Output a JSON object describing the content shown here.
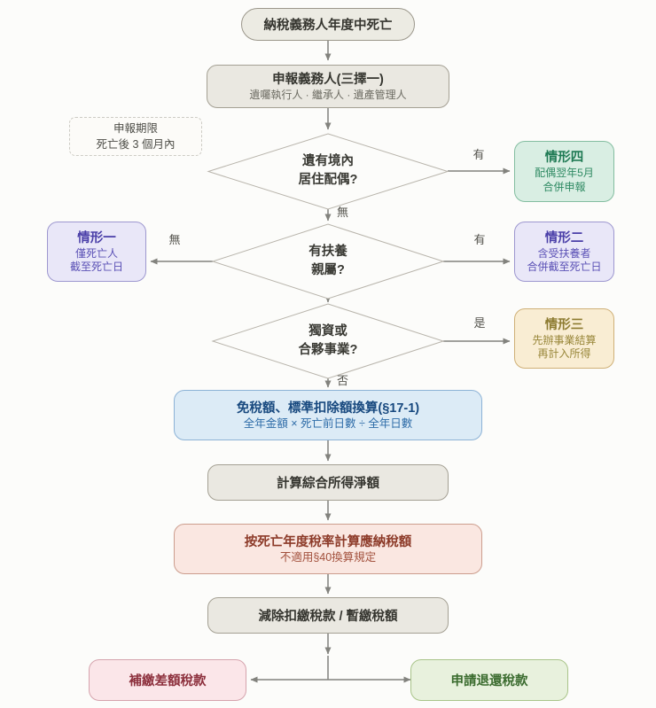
{
  "flowchart": {
    "start": "納稅義務人年度中死亡",
    "filer": {
      "title": "申報義務人(三擇一)",
      "subtitle": "遺囑執行人 · 繼承人 · 遺產管理人"
    },
    "deadline_note": {
      "line1": "申報期限",
      "line2": "死亡後 3 個月內"
    },
    "decisions": {
      "spouse": {
        "line1": "遺有境內",
        "line2": "居住配偶?"
      },
      "dependents": {
        "line1": "有扶養",
        "line2": "親屬?"
      },
      "business": {
        "line1": "獨資或",
        "line2": "合夥事業?"
      }
    },
    "cases": {
      "case1": {
        "title": "情形一",
        "line1": "僅死亡人",
        "line2": "截至死亡日"
      },
      "case2": {
        "title": "情形二",
        "line1": "含受扶養者",
        "line2": "合併截至死亡日"
      },
      "case3": {
        "title": "情形三",
        "line1": "先辦事業結算",
        "line2": "再計入所得"
      },
      "case4": {
        "title": "情形四",
        "line1": "配偶翌年5月",
        "line2": "合併申報"
      }
    },
    "steps": {
      "conversion": {
        "title": "免稅額、標準扣除額換算(§17-1)",
        "subtitle": "全年金額 × 死亡前日數 ÷ 全年日數"
      },
      "net_income": "計算綜合所得淨額",
      "tax_calc": {
        "title": "按死亡年度稅率計算應納稅額",
        "subtitle": "不適用§40換算規定"
      },
      "deduction": "減除扣繳稅款 / 暫繳稅額",
      "pay": "補繳差額稅款",
      "refund": "申請退還稅款"
    },
    "edge_labels": {
      "spouse_yes": "有",
      "spouse_no": "無",
      "dependents_no": "無",
      "dependents_yes": "有",
      "business_yes": "是",
      "business_no": "否"
    },
    "colors": {
      "line": "#82827d",
      "neutral_fill": "#eae8e1",
      "neutral_border": "#a4a093",
      "purple_fill": "#e9e7f8",
      "purple_text": "#4a3fa8",
      "green_fill": "#d9eee3",
      "green_text": "#1f7a54",
      "tan_fill": "#f9edd3",
      "tan_text": "#8d7b30",
      "blue_fill": "#dcebf6",
      "blue_text": "#18497f",
      "red_fill": "#fae7e1",
      "red_text": "#8c3a28",
      "pink_fill": "#fbe6e9",
      "pink_text": "#8c2f3c",
      "lightgreen_fill": "#e8f1dd",
      "lightgreen_text": "#3a6b2e"
    }
  }
}
